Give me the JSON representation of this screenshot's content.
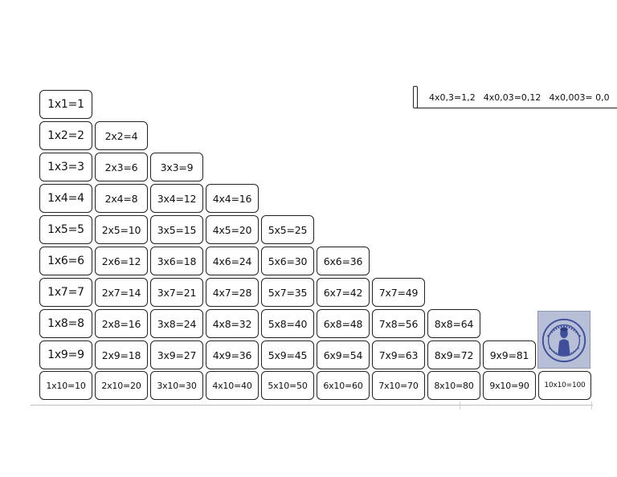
{
  "table": {
    "columns": [
      [
        "1x1=1",
        "1x2=2",
        "1x3=3",
        "1x4=4",
        "1x5=5",
        "1x6=6",
        "1x7=7",
        "1x8=8",
        "1x9=9",
        "1x10=10"
      ],
      [
        "2x2=4",
        "2x3=6",
        "2x4=8",
        "2x5=10",
        "2x6=12",
        "2x7=14",
        "2x8=16",
        "2x9=18",
        "2x10=20"
      ],
      [
        "3x3=9",
        "3x4=12",
        "3x5=15",
        "3x6=18",
        "3x7=21",
        "3x8=24",
        "3x9=27",
        "3x10=30"
      ],
      [
        "4x4=16",
        "4x5=20",
        "4x6=24",
        "4x7=28",
        "4x8=32",
        "4x9=36",
        "4x10=40"
      ],
      [
        "5x5=25",
        "5x6=30",
        "5x7=35",
        "5x8=40",
        "5x9=45",
        "5x10=50"
      ],
      [
        "6x6=36",
        "6x7=42",
        "6x8=48",
        "6x9=54",
        "6x10=60"
      ],
      [
        "7x7=49",
        "7x8=56",
        "7x9=63",
        "7x10=70"
      ],
      [
        "8x8=64",
        "8x9=72",
        "8x10=80"
      ],
      [
        "9x9=81",
        "9x10=90"
      ],
      [
        "10x10=100"
      ]
    ]
  },
  "decimals": {
    "items": [
      "4x0,3=1,2",
      "4x0,03=0,12",
      "4x0,003= 0,0"
    ]
  },
  "seal": {
    "icon": "seal-stamp-icon",
    "color": "#3f4f9c"
  }
}
